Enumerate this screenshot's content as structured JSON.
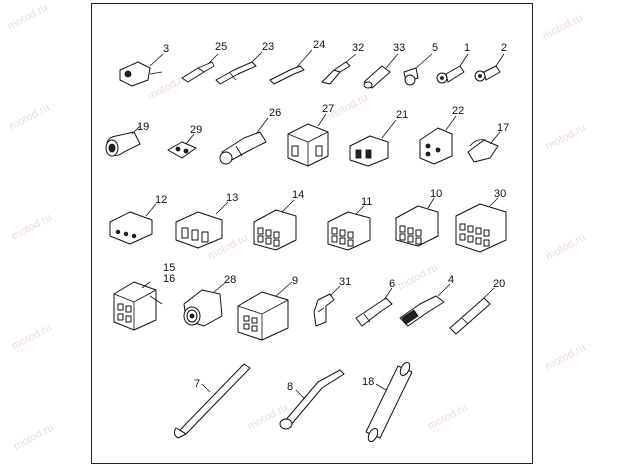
{
  "watermark": "motod.ru",
  "callouts": [
    "3",
    "25",
    "23",
    "24",
    "32",
    "33",
    "5",
    "1",
    "2",
    "19",
    "29",
    "26",
    "27",
    "21",
    "22",
    "17",
    "12",
    "13",
    "14",
    "11",
    "10",
    "30",
    "15",
    "16",
    "28",
    "9",
    "31",
    "6",
    "4",
    "20",
    "7",
    "8",
    "18"
  ]
}
